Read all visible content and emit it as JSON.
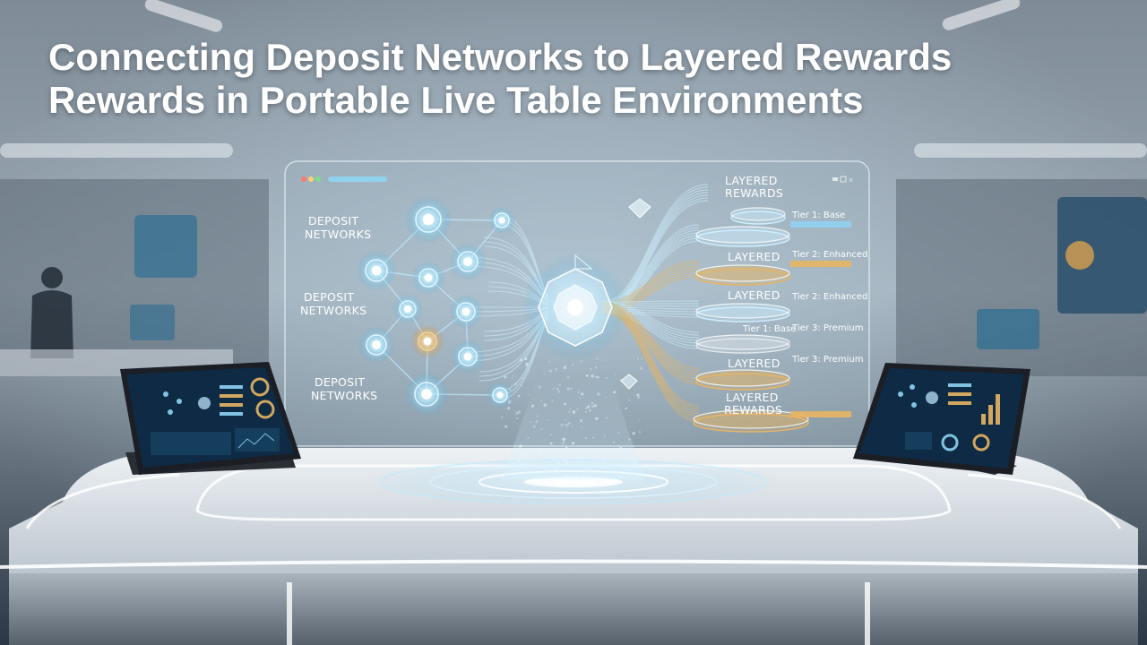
{
  "headline": {
    "line1": "Connecting Deposit Networks to Layered Rewards",
    "line2": "Rewards in Portable Live Table Environments"
  },
  "hologram": {
    "left_labels": [
      {
        "line1": "DEPOSIT",
        "line2": "NETWORKS"
      },
      {
        "line1": "DEPOSIT",
        "line2": "NETWORKS"
      },
      {
        "line1": "DEPOSIT",
        "line2": "NETWORKS"
      }
    ],
    "right_header": {
      "line1": "LAYERED",
      "line2": "REWARDS"
    },
    "right_labels": [
      {
        "text": "LAYERED"
      },
      {
        "text": "LAYERED"
      },
      {
        "text": "LAYERED"
      }
    ],
    "bottom_label": {
      "line1": "LAYERED",
      "line2": "REWARDS"
    },
    "tiers": [
      {
        "text": "Tier 1: Base"
      },
      {
        "text": "Tier 2: Enhanced"
      },
      {
        "text": "Tier 2: Enhanced"
      },
      {
        "text": "Tier 1: Base"
      },
      {
        "text": "Tier 3: Premium"
      },
      {
        "text": "Tier 3: Premium"
      }
    ]
  },
  "colors": {
    "bg_top": "#8e9aa6",
    "bg_bottom": "#2a3644",
    "accent_blue": "#8fd4f5",
    "accent_gold": "#e8b562",
    "table_surface": "#dde3e8"
  }
}
